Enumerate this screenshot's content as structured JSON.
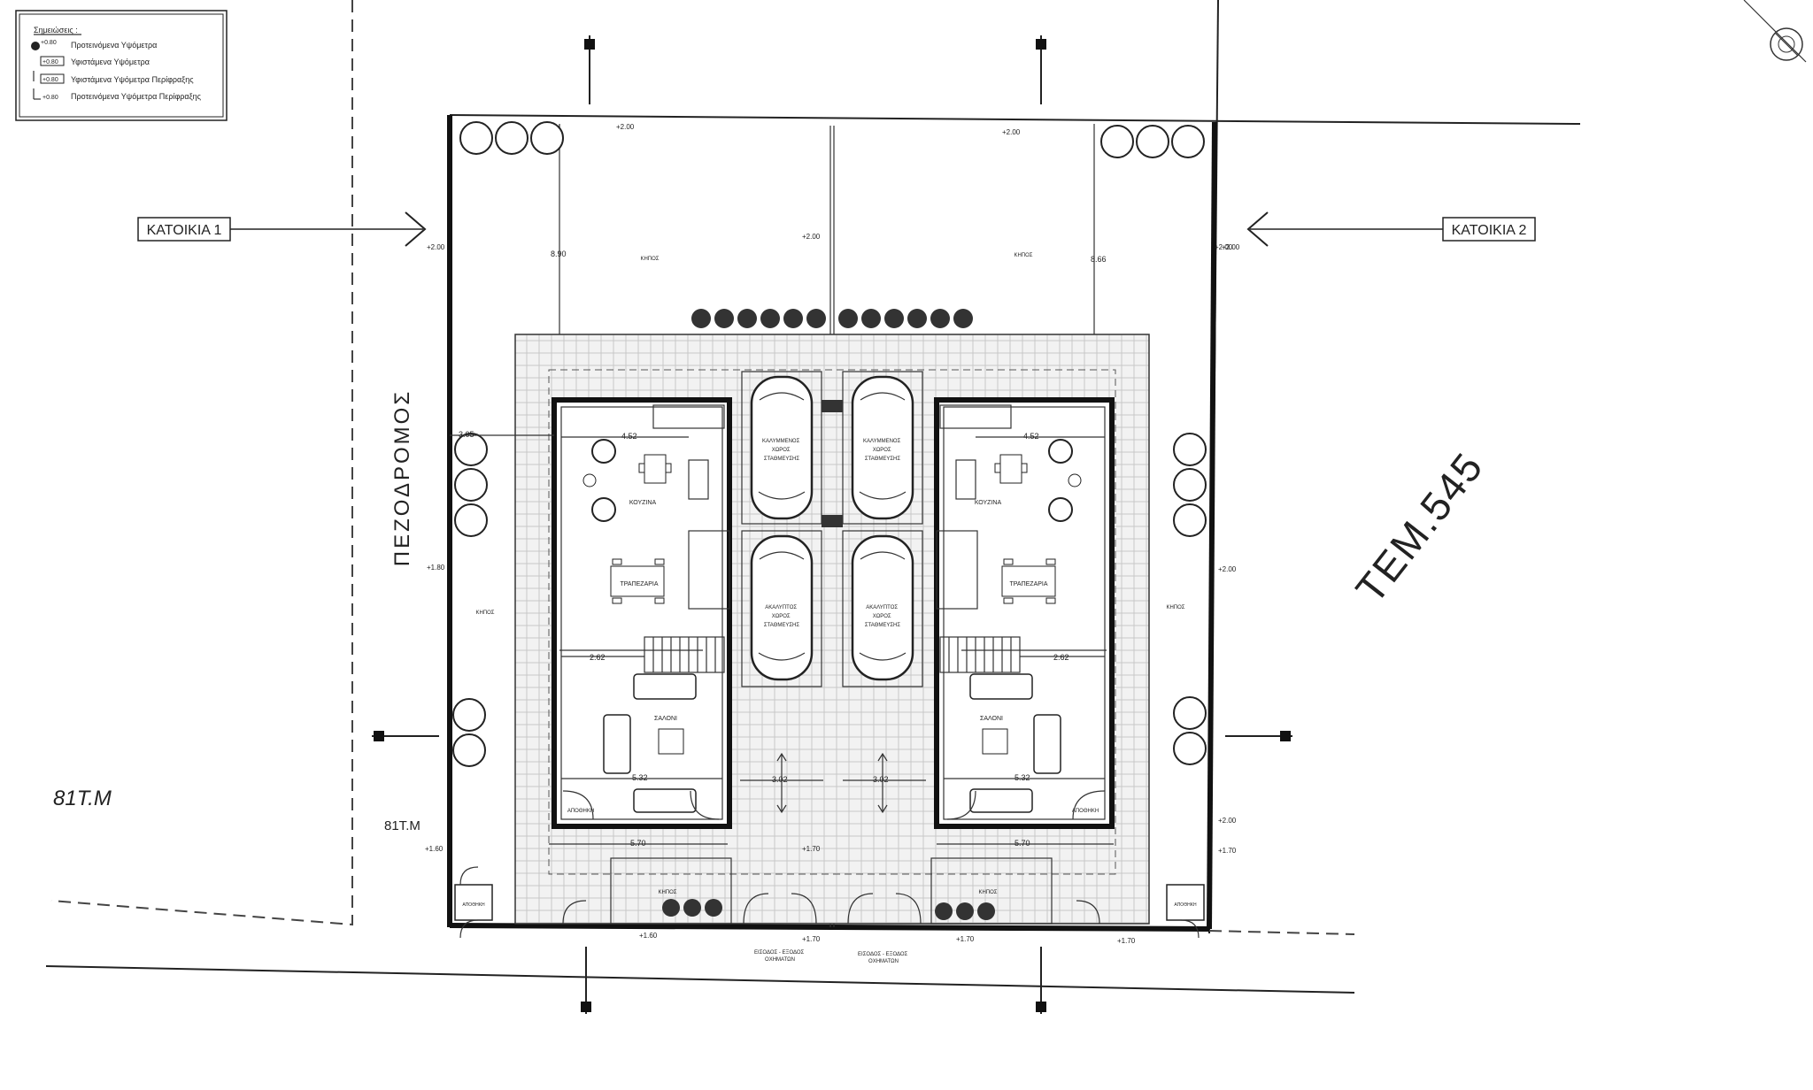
{
  "legend": {
    "title": "Σημειώσεις :",
    "items": [
      {
        "tag": "+0.80",
        "label": "Προτεινόμενα Υψόμετρα"
      },
      {
        "tag": "+0.80",
        "label": "Υφιστάμενα Υψόμετρα"
      },
      {
        "tag": "+0.80",
        "label": "Υφιστάμενα Υψόμετρα Περίφραξης"
      },
      {
        "tag": "+0.80",
        "label": "Προτεινόμενα Υψόμετρα Περίφραξης"
      }
    ]
  },
  "house1_label": "ΚΑΤΟΙΚΙΑ 1",
  "house2_label": "ΚΑΤΟΙΚΙΑ 2",
  "street_label": "ΠΕΖΟΔΡΟΜΟΣ",
  "plot_label": "ΤΕΜ.545",
  "area_big": "81Τ.Μ",
  "area_small": "81Τ.Μ",
  "yard_label": "ΚΗΠΟΣ",
  "kitchen_label": "ΚΟΥΖΙΝΑ",
  "dining_label": "ΤΡΑΠΕΖΑΡΙΑ",
  "living_label": "ΣΑΛΟΝΙ",
  "storage_label": "ΑΠΟΘΗΚΗ",
  "parking_top": [
    "ΚΑΛΥΜΜΕΝΟΣ",
    "ΧΩΡΟΣ",
    "ΣΤΑΘΜΕΥΣΗΣ"
  ],
  "parking_bottom": [
    "ΑΚΑΛΥΠΤΟΣ",
    "ΧΩΡΟΣ",
    "ΣΤΑΘΜΕΥΣΗΣ"
  ],
  "entrance": [
    "ΕΙΣΟΔΟΣ - ΕΞΟΔΟΣ",
    "ΟΧΗΜΑΤΩΝ"
  ],
  "storage_ext": "ΑΠΟΘΗΚΗ",
  "elevations": {
    "e1": "+2.00",
    "e2": "+2.00",
    "e3": "+2.00",
    "e4": "+2.00",
    "e5": "+2.00",
    "e6": "+1.80",
    "e7": "+1.60",
    "e8": "+1.70",
    "e9": "+1.60",
    "e10": "+1.70",
    "e11": "+1.70",
    "e12": "+1.70",
    "e13": "+2.00",
    "e14": "+2.00",
    "e15": "+1.70",
    "e16": "+2.00"
  },
  "dims": {
    "d1": "8.90",
    "d2": "8.66",
    "d3": "3.05",
    "d4": "4.52",
    "d5": "4.52",
    "d6": "2.62",
    "d7": "2.62",
    "d8": "5.32",
    "d9": "5.32",
    "d10": "3.02",
    "d11": "3.02",
    "d12": "5.70",
    "d13": "5.70"
  }
}
